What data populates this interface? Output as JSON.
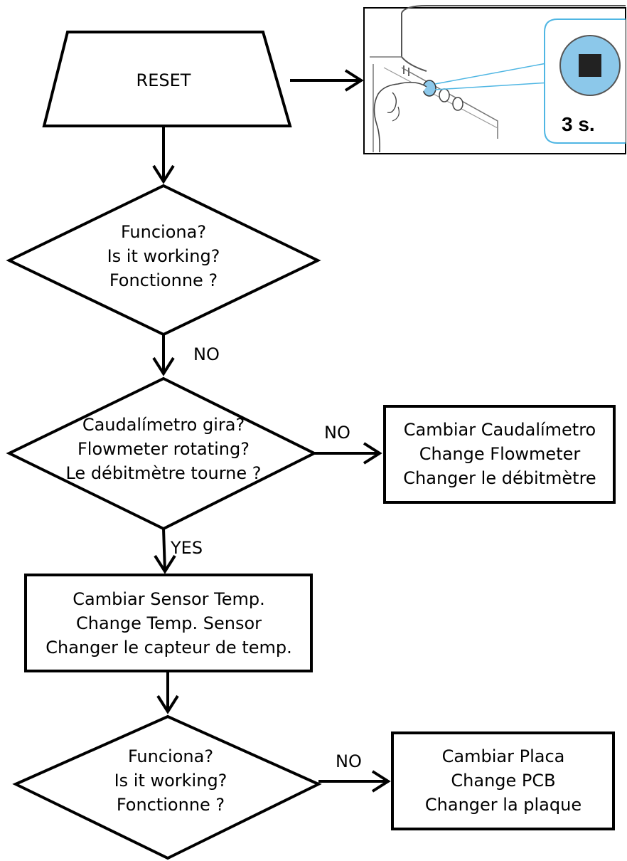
{
  "nodes": {
    "reset": {
      "label": "RESET"
    },
    "check_working_1": {
      "lines": [
        "Funciona?",
        "Is it working?",
        "Fonctionne ?"
      ]
    },
    "check_flowmeter": {
      "lines": [
        "Caudalímetro gira?",
        "Flowmeter rotating?",
        "Le débitmètre tourne ?"
      ]
    },
    "change_flowmeter": {
      "lines": [
        "Cambiar Caudalímetro",
        "Change Flowmeter",
        "Changer le débitmètre"
      ]
    },
    "change_temp_sensor": {
      "lines": [
        "Cambiar Sensor Temp.",
        "Change Temp. Sensor",
        "Changer le capteur de temp."
      ]
    },
    "check_working_2": {
      "lines": [
        "Funciona?",
        "Is it working?",
        "Fonctionne ?"
      ]
    },
    "change_pcb": {
      "lines": [
        "Cambiar Placa",
        "Change PCB",
        "Changer la plaque"
      ]
    }
  },
  "edges": {
    "no_1": "NO",
    "no_flowmeter": "NO",
    "yes_flowmeter": "YES",
    "no_2": "NO"
  },
  "illustration": {
    "button_icon": "stop-square-icon",
    "hold_time": "3 s."
  },
  "colors": {
    "stroke": "#000000",
    "callout": "#4fb6e3",
    "button_fill": "#8cc8ea"
  }
}
